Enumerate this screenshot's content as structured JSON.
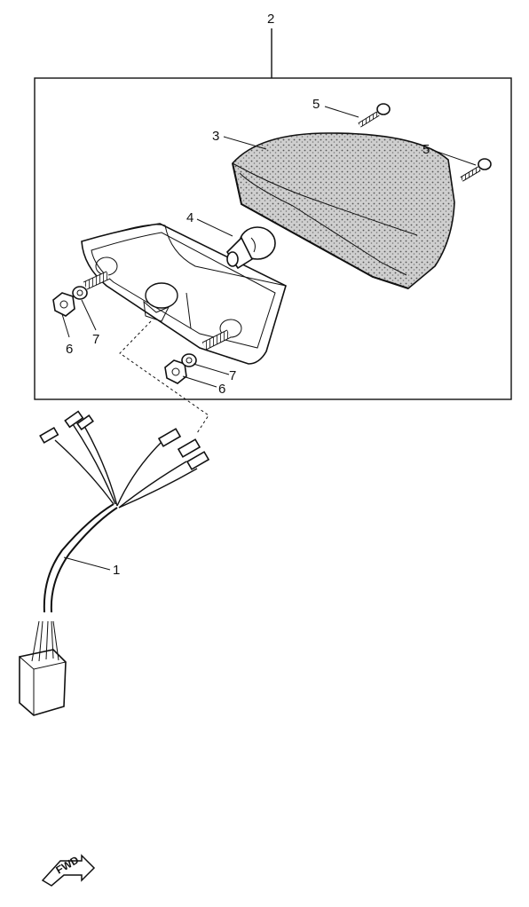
{
  "callouts": {
    "c1": "1",
    "c2": "2",
    "c3": "3",
    "c4": "4",
    "c5a": "5",
    "c5b": "5",
    "c6a": "6",
    "c6b": "6",
    "c7a": "7",
    "c7b": "7"
  },
  "fwd_marker": {
    "label": "FWD"
  },
  "icons": [
    "fwd-arrow-icon"
  ]
}
